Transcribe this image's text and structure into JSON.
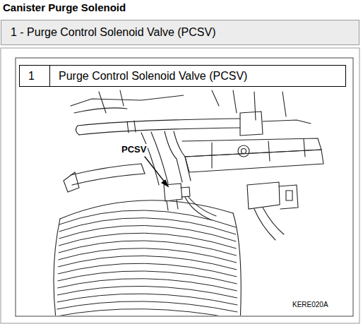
{
  "diagram": {
    "title": "Canister Purge Solenoid",
    "nodes": [
      {
        "text": [
          "1 - Purge Control Solenoid Valve (PCSV)"
        ]
      },
      {
        "text": [
          "1"
        ]
      },
      {
        "text": [
          "Purge Control Solenoid Valve (PCSV)"
        ]
      }
    ],
    "labels": [
      "PCSV",
      "KERE020A"
    ]
  }
}
